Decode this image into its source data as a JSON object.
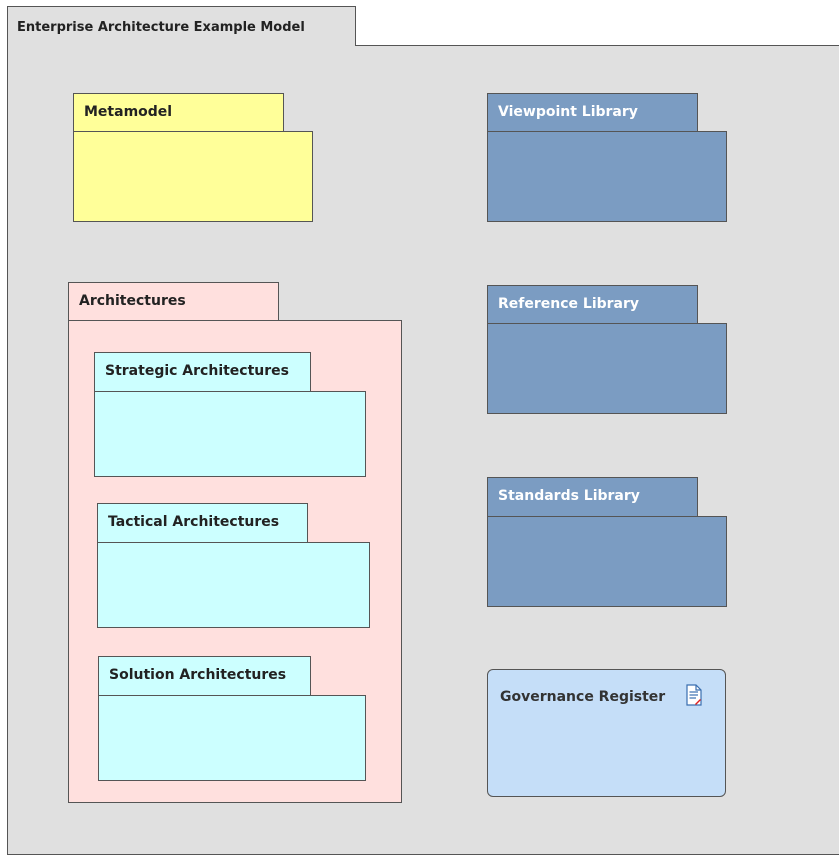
{
  "diagram": {
    "frame_title": "Enterprise Architecture Example Model",
    "packages": {
      "metamodel": "Metamodel",
      "viewpoint_library": "Viewpoint Library",
      "architectures": "Architectures",
      "strategic_architectures": "Strategic Architectures",
      "tactical_architectures": "Tactical Architectures",
      "solution_architectures": "Solution Architectures",
      "reference_library": "Reference Library",
      "standards_library": "Standards Library"
    },
    "artifact": {
      "label": "Governance Register",
      "icon": "document-icon"
    }
  },
  "colors": {
    "frame_fill": "#e0e0e0",
    "metamodel_fill": "#ffff99",
    "library_fill": "#7b9cc2",
    "architectures_fill": "#ffe0de",
    "sub_architecture_fill": "#ccffff",
    "governance_fill": "#c5def8"
  }
}
